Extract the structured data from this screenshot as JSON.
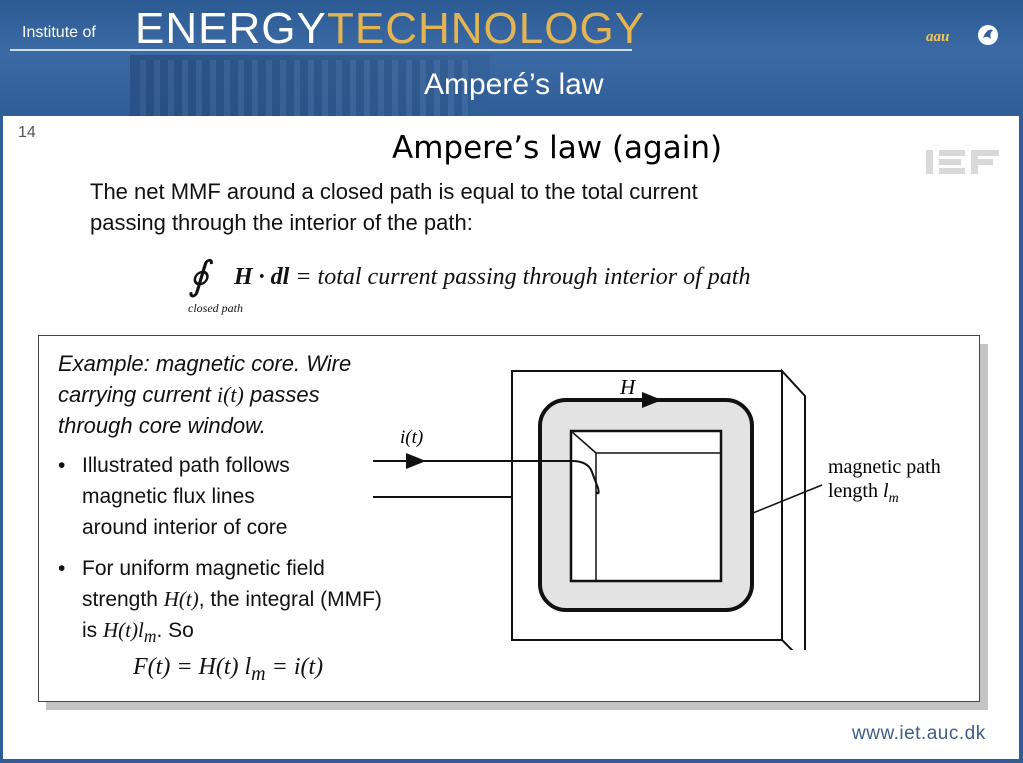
{
  "header": {
    "institute_of": "Institute of",
    "energy": "ENERGY",
    "technology": "TECHNOLOGY",
    "section_title": "Amperé’s law",
    "logo_text": "aau",
    "colors": {
      "header_bg": "#2e5d98",
      "technology_accent": "#e3b451"
    }
  },
  "slide": {
    "number": "14",
    "title": "Ampere’s law (again)",
    "intro_line1": "The net MMF around a closed path is equal to the total current",
    "intro_line2": "passing through the interior of the path:",
    "equation": {
      "integral_symbol": "∮",
      "lhs": "H · dl",
      "rhs": "= total current passing through interior of path",
      "subscript": "closed path"
    }
  },
  "example": {
    "line1": "Example: magnetic core. Wire",
    "line2a": "carrying current ",
    "line2_math": "i(t)",
    "line2b": " passes",
    "line3": "through core window.",
    "bullet1": {
      "marker": "•",
      "line1": "Illustrated path follows",
      "line2": "magnetic flux lines",
      "line3": "around interior of core"
    },
    "bullet2": {
      "marker": "•",
      "line1": "For uniform magnetic field",
      "line2a": "strength ",
      "line2_math": "H(t)",
      "line2b": ", the integral (MMF)",
      "line3a": "is ",
      "line3_math": "H(t)l",
      "line3_sub": "m",
      "line3b": ". So"
    },
    "formula": {
      "lhs": "F(t) = H(t) l",
      "sub": "m",
      "rhs": " = i(t)"
    }
  },
  "diagram": {
    "label_H": "H",
    "label_current": "i(t)",
    "label_path1": "magnetic path",
    "label_path2": "length ",
    "label_path_math": "l",
    "label_path_sub": "m"
  },
  "footer": {
    "website": "www.iet.auc.dk"
  }
}
